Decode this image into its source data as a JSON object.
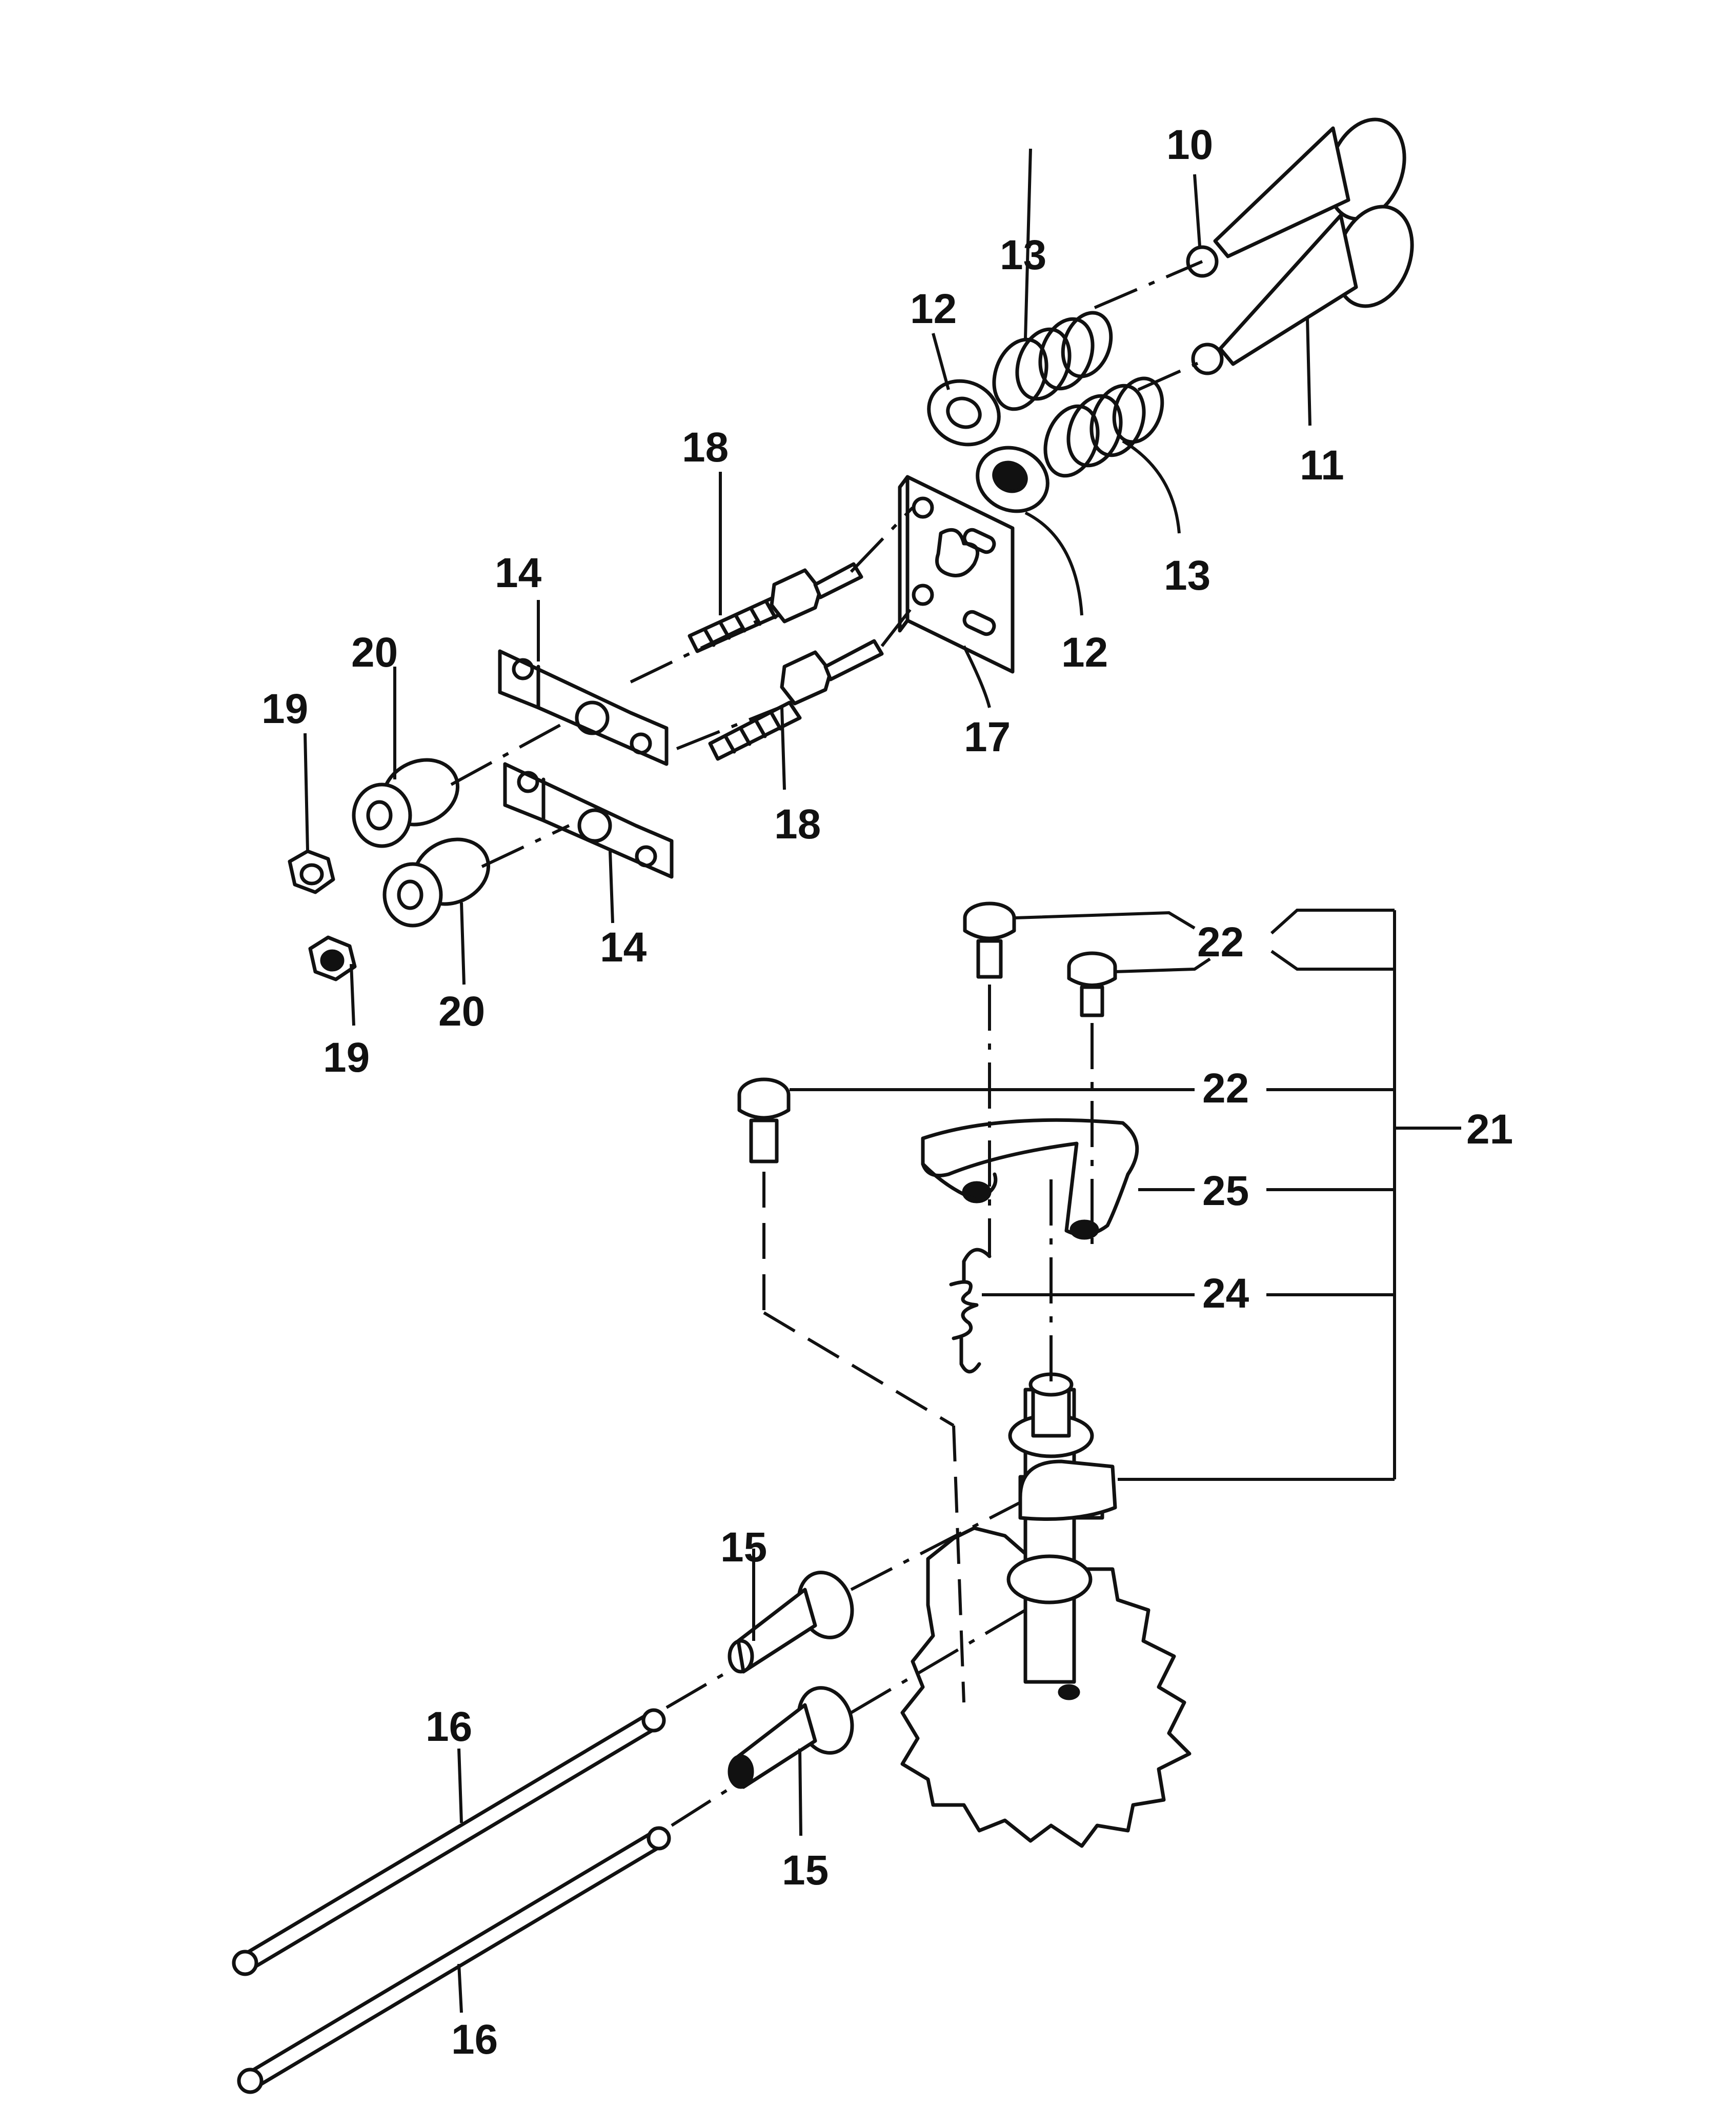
{
  "callouts": {
    "c10": "10",
    "c11": "11",
    "c12a": "12",
    "c12b": "12",
    "c13a": "13",
    "c13b": "13",
    "c14a": "14",
    "c14b": "14",
    "c15a": "15",
    "c15b": "15",
    "c16a": "16",
    "c16b": "16",
    "c17": "17",
    "c18a": "18",
    "c18b": "18",
    "c19a": "19",
    "c19b": "19",
    "c20a": "20",
    "c20b": "20",
    "c21": "21",
    "c22a": "22",
    "c22b": "22",
    "c24": "24",
    "c25": "25"
  }
}
